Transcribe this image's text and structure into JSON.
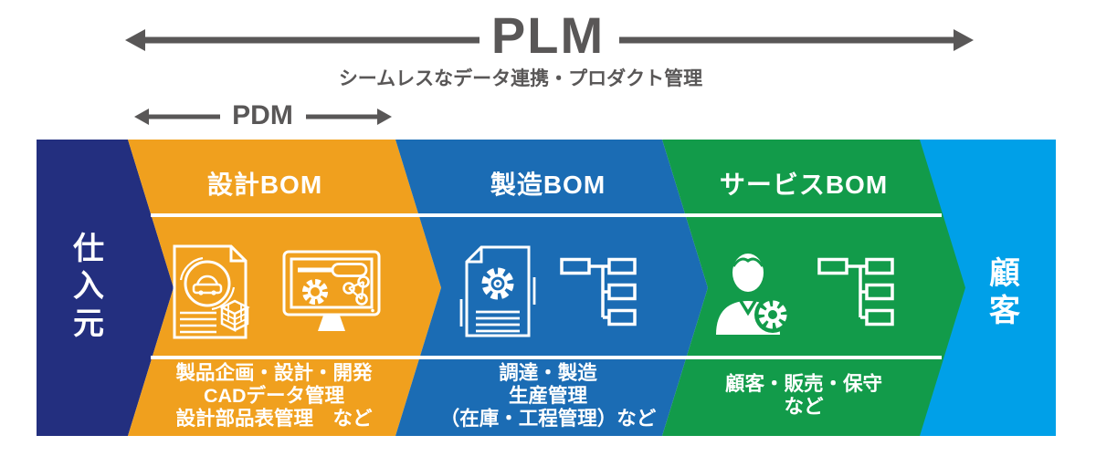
{
  "header": {
    "plm_label": "PLM",
    "plm_subtitle": "シームレスなデータ連携・プロダクト管理",
    "pdm_label": "PDM"
  },
  "flow": {
    "source": {
      "label": "仕入元"
    },
    "customer": {
      "label": "顧客"
    },
    "stages": [
      {
        "title": "設計BOM",
        "icons": [
          "design-document-search-icon",
          "cad-monitor-icon"
        ],
        "description_lines": [
          "製品企画・設計・開発",
          "CADデータ管理",
          "設計部品表管理　など"
        ]
      },
      {
        "title": "製造BOM",
        "icons": [
          "manufacturing-document-gear-icon",
          "bom-tree-icon"
        ],
        "description_lines": [
          "調達・製造",
          "生産管理",
          "（在庫・工程管理）など"
        ]
      },
      {
        "title": "サービスBOM",
        "icons": [
          "service-person-gear-icon",
          "bom-tree-icon"
        ],
        "description_lines": [
          "顧客・販売・保守",
          "など"
        ]
      }
    ]
  },
  "palette": {
    "navy": "#232f7f",
    "orange": "#f0a01e",
    "blue": "#1b6cb4",
    "green": "#129b4a",
    "lightblue": "#00a0e8",
    "gray": "#595757"
  }
}
